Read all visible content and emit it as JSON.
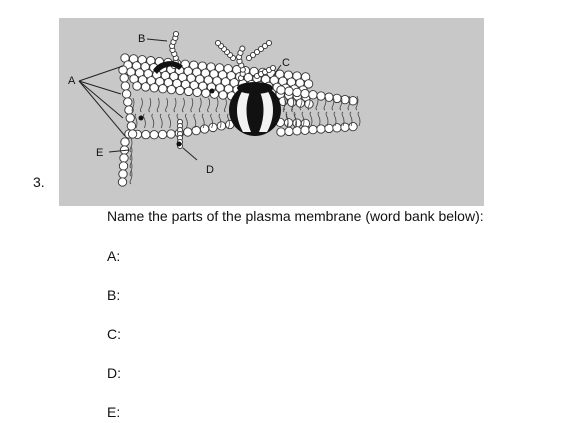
{
  "question": {
    "number": "3.",
    "prompt": "Name the parts of the plasma membrane (word bank below):"
  },
  "figure": {
    "background_color": "#c8c8c8",
    "labels": [
      "A",
      "B",
      "C",
      "D",
      "E"
    ]
  },
  "answers": [
    {
      "label": "A:"
    },
    {
      "label": "B:"
    },
    {
      "label": "C:"
    },
    {
      "label": "D:"
    },
    {
      "label": "E:"
    }
  ]
}
